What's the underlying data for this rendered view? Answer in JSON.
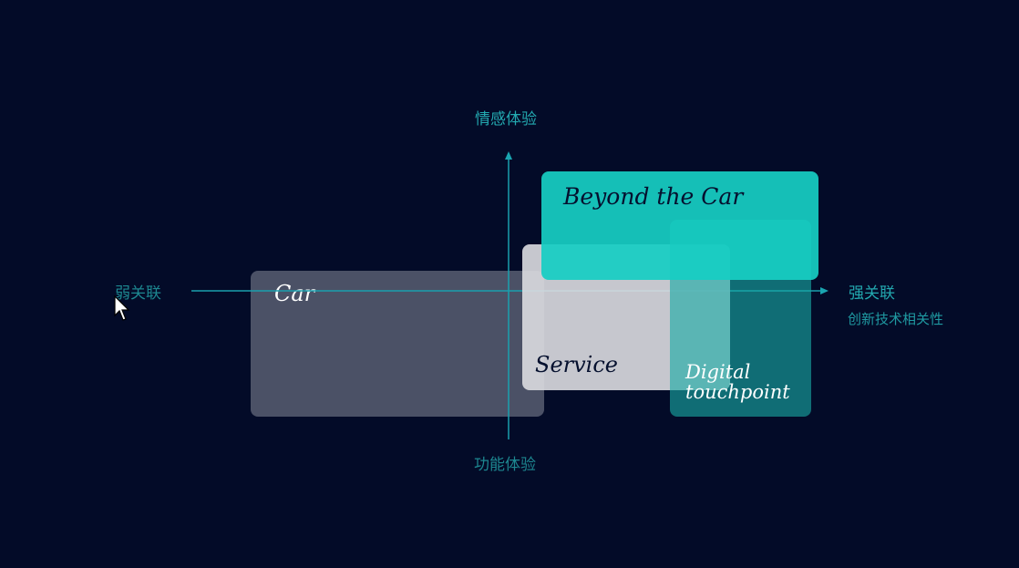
{
  "diagram": {
    "axis_labels": {
      "top": "情感体验",
      "bottom": "功能体验",
      "left": "弱关联",
      "right": "强关联",
      "right_sub": "创新技术相关性"
    },
    "cards": {
      "car": "Car",
      "service": "Service",
      "digital": "Digital\ntouchpoint",
      "beyond": "Beyond the Car"
    }
  },
  "colors": {
    "background": "#030b28",
    "axis": "#1aa5b0",
    "label": "#23a9b0"
  },
  "icons": {
    "cursor": "mouse-pointer-icon"
  }
}
